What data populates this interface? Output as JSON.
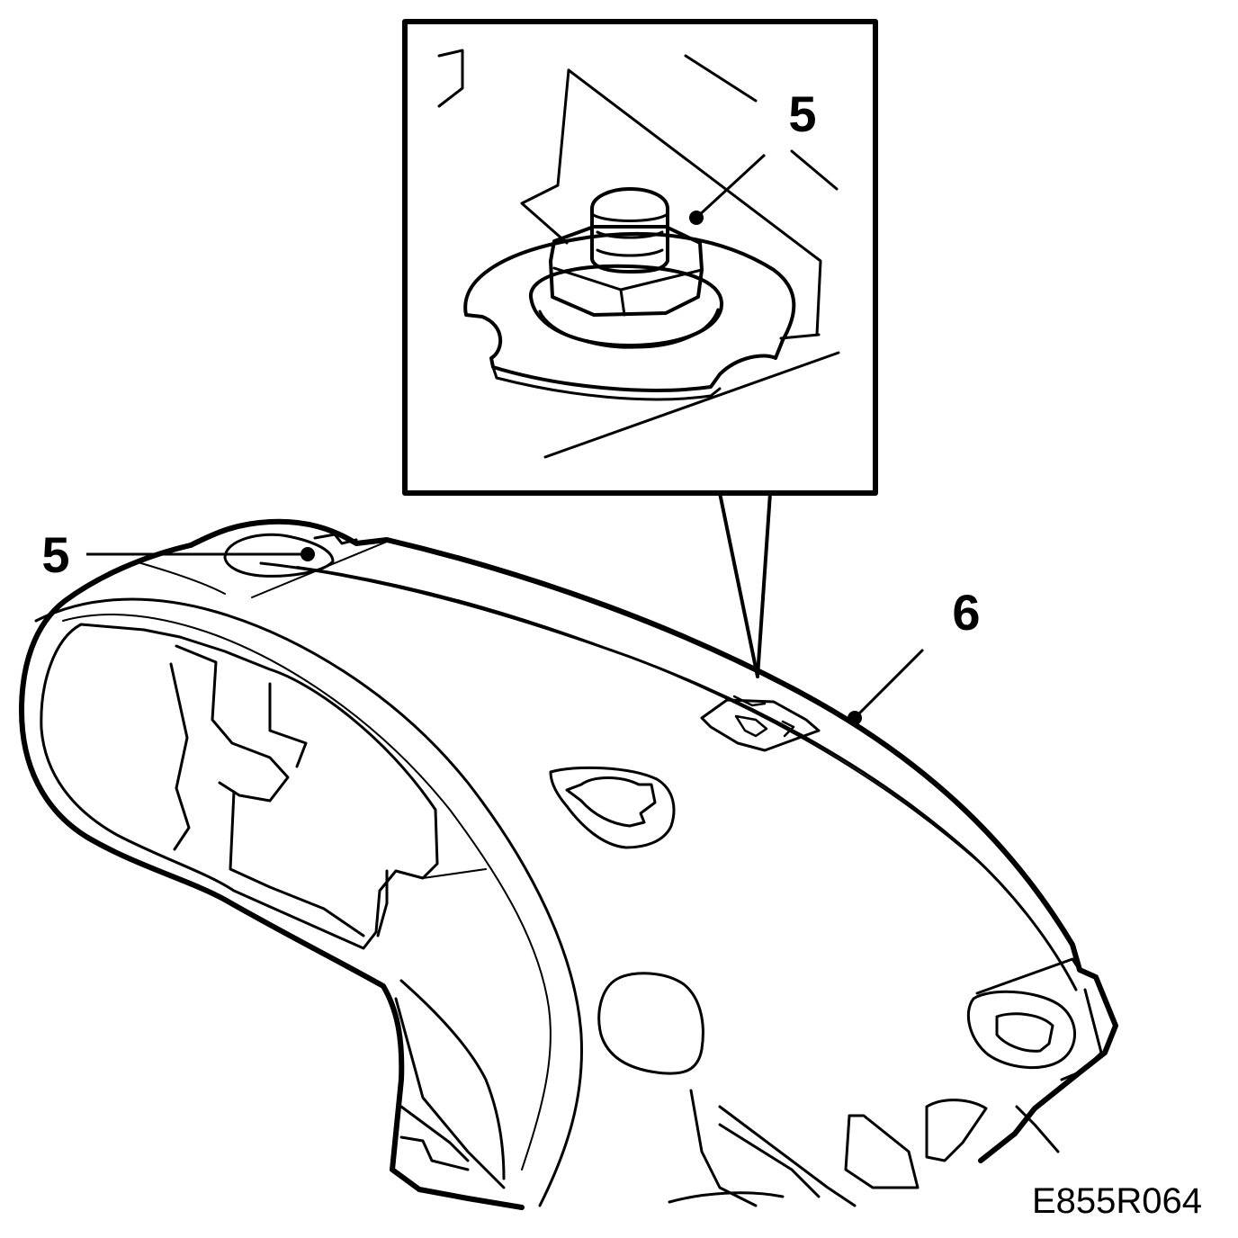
{
  "diagram": {
    "callouts": {
      "inset_fastener": "5",
      "dash_fastener": "5",
      "dashboard": "6"
    },
    "reference_code": "E855R064"
  },
  "colors": {
    "ink": "#000000",
    "paper": "#ffffff"
  }
}
